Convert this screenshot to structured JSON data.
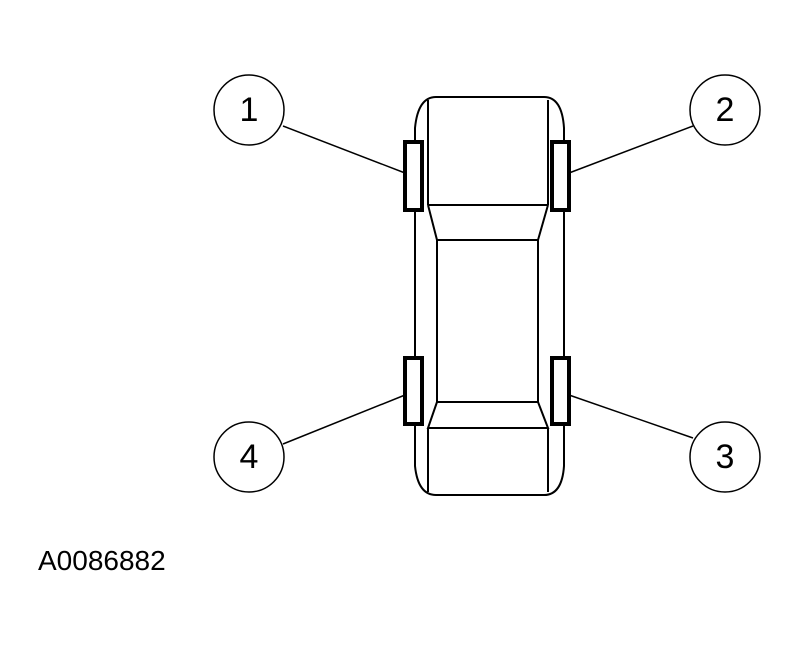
{
  "figure_id": "A0086882",
  "callouts": [
    {
      "id": "1",
      "label": "1",
      "position": "front-left"
    },
    {
      "id": "2",
      "label": "2",
      "position": "front-right"
    },
    {
      "id": "3",
      "label": "3",
      "position": "rear-right"
    },
    {
      "id": "4",
      "label": "4",
      "position": "rear-left"
    }
  ],
  "colors": {
    "line": "#000000",
    "background": "#ffffff"
  }
}
